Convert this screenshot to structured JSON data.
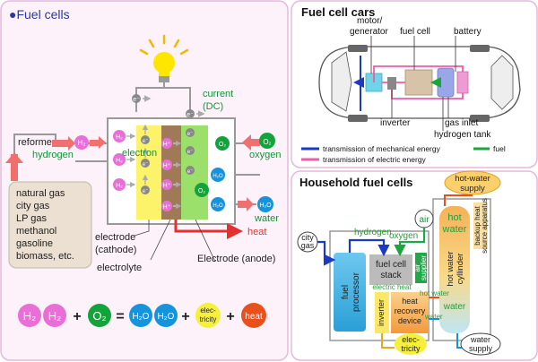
{
  "left": {
    "title": "●Fuel cells",
    "current_label": "current",
    "current_unit": "(DC)",
    "reformer": "reformer",
    "hydrogen": "hydrogen",
    "electron": "electron",
    "oxygen": "oxygen",
    "water": "water",
    "heat": "heat",
    "electrode_cathode_1": "electrode",
    "electrode_cathode_2": "(cathode)",
    "electrolyte": "electrolyte",
    "electrode_anode": "Electrode (anode)",
    "fuels": [
      "natural gas",
      "city gas",
      "LP gas",
      "methanol",
      "gasoline",
      "biomass, etc."
    ],
    "molecules": {
      "h2": "H₂",
      "o2": "O₂",
      "h2o": "H₂O",
      "hplus": "H⁺",
      "eminus": "e⁻"
    },
    "equation": {
      "plus": "+",
      "equals": "=",
      "elec_1": "elec-",
      "elec_2": "tricity",
      "heat": "heat"
    }
  },
  "car": {
    "title": "Fuel cell cars",
    "motor_1": "motor/",
    "motor_2": "generator",
    "fuel_cell": "fuel cell",
    "battery": "battery",
    "inverter": "inverter",
    "gas_inlet": "gas inlet",
    "hydrogen_tank": "hydrogen tank",
    "legend_mech": "transmission of mechanical energy",
    "legend_elec": "transmission of electric energy",
    "legend_fuel": "fuel"
  },
  "house": {
    "title": "Household fuel cells",
    "hot_water_supply_1": "hot-water",
    "hot_water_supply_2": "supply",
    "air": "air",
    "city_gas_1": "city",
    "city_gas_2": "gas",
    "hydrogen": "hydrogen",
    "oxygen": "oxygen",
    "fuel_cell_stack_1": "fuel cell",
    "fuel_cell_stack_2": "stack",
    "electric_heat": "electric heat",
    "air_supplier_1": "air",
    "air_supplier_2": "supplier",
    "fuel_processor_1": "fuel",
    "fuel_processor_2": "processor",
    "inverter": "inverter",
    "heat_recovery_1": "heat",
    "heat_recovery_2": "recovery",
    "heat_recovery_3": "device",
    "hot_water": "hot water",
    "water": "water",
    "hot_water_big_1": "hot",
    "hot_water_big_2": "water",
    "cylinder_1": "hot water",
    "cylinder_2": "cyllinder",
    "backup_1": "backup heat",
    "backup_2": "source apparatus",
    "electricity_1": "elec-",
    "electricity_2": "tricity",
    "water_supply_1": "water",
    "water_supply_2": "supply"
  },
  "colors": {
    "h2": "#e86fd6",
    "o2": "#12a33a",
    "h2o": "#1693dd",
    "heat": "#e8501c",
    "elec": "#f6ef3c",
    "mech": "#1a3ac4",
    "elec_line": "#f05aa8",
    "arrow_red": "#f07070"
  }
}
